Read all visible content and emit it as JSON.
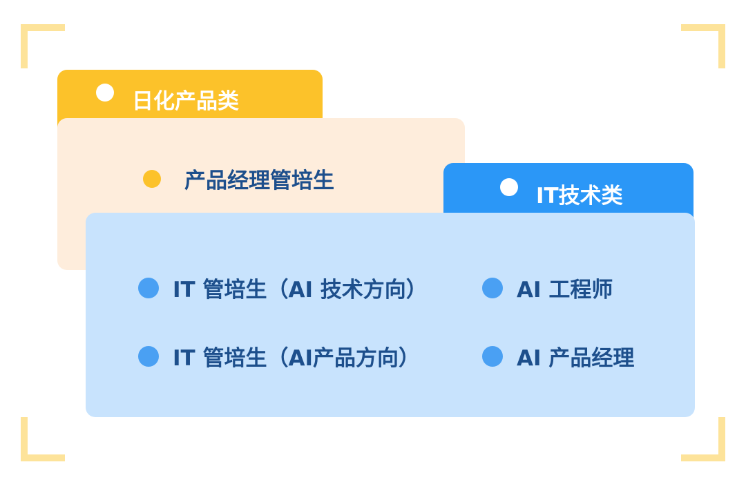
{
  "categories": [
    {
      "label": "日化产品类",
      "color": "#fcc22a",
      "panel_color": "#feeddc",
      "items": [
        "产品经理管培生"
      ]
    },
    {
      "label": "IT技术类",
      "color": "#2b97f7",
      "panel_color": "#c8e3fd",
      "items": [
        "IT 管培生（AI 技术方向）",
        "AI 工程师",
        "IT 管培生（AI产品方向）",
        "AI 产品经理"
      ]
    }
  ]
}
